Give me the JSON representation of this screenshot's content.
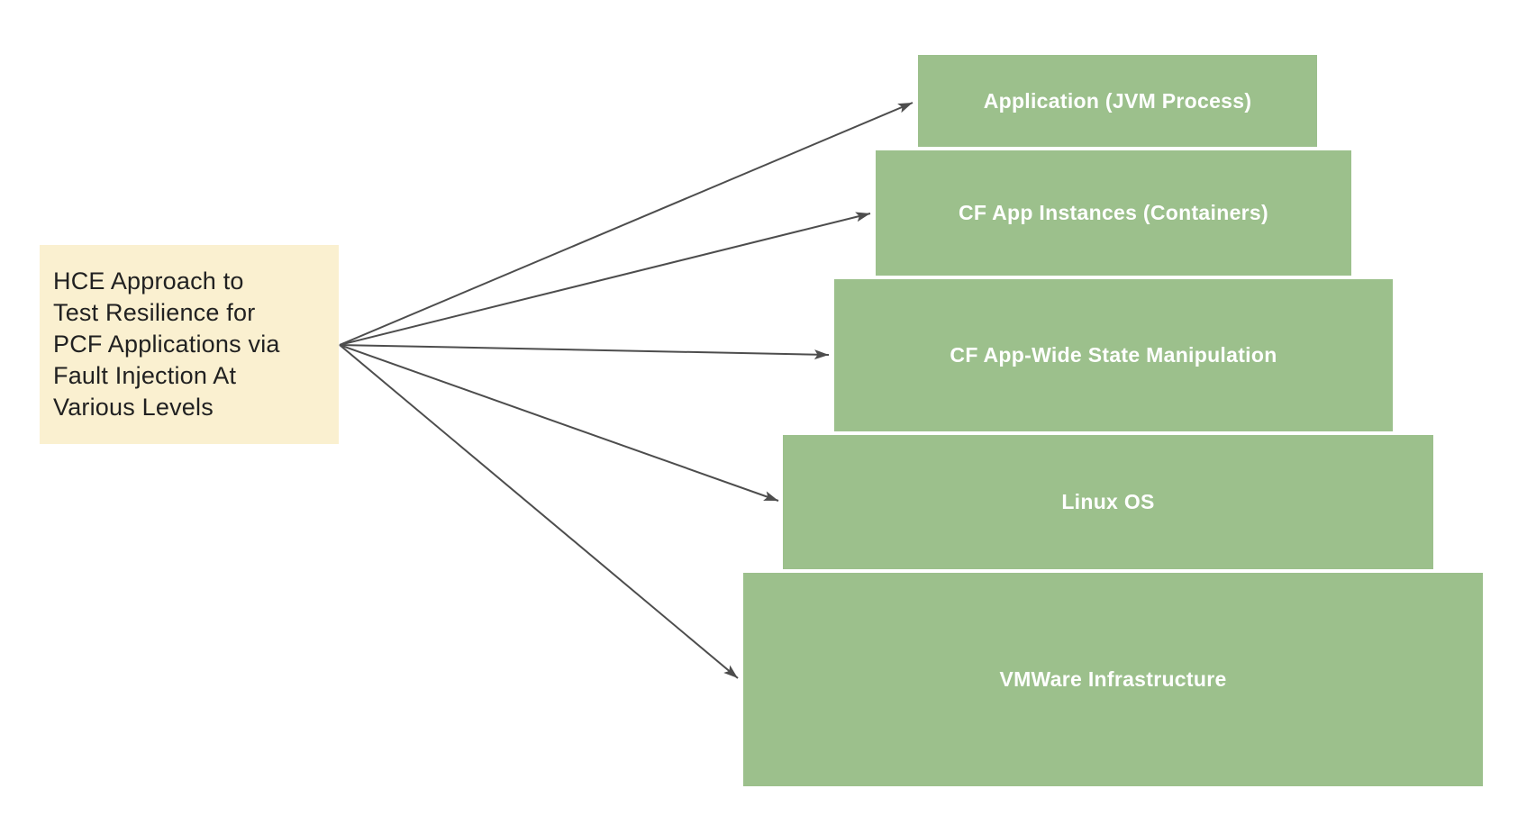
{
  "source": {
    "text": "HCE Approach to\nTest Resilience for\nPCF Applications via\nFault Injection At\nVarious Levels"
  },
  "levels": [
    {
      "label": "Application (JVM Process)"
    },
    {
      "label": "CF App Instances (Containers)"
    },
    {
      "label": "CF App-Wide State Manipulation"
    },
    {
      "label": "Linux OS"
    },
    {
      "label": "VMWare Infrastructure"
    }
  ],
  "colors": {
    "source_box_fill": "#FAF0D0",
    "source_text": "#212121",
    "level_fill": "#9CC08C",
    "level_text": "#FFFFFF",
    "arrow": "#4D4D4D",
    "background": "#FFFFFF"
  }
}
